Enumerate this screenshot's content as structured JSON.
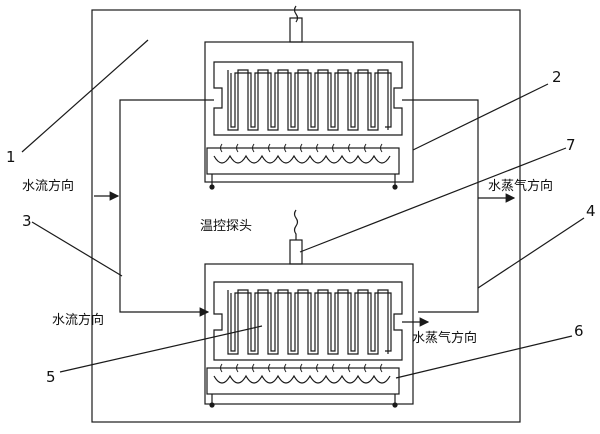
{
  "diagram": {
    "callouts": {
      "n1": "1",
      "n2": "2",
      "n3": "3",
      "n4": "4",
      "n5": "5",
      "n6": "6",
      "n7": "7"
    },
    "labels": {
      "water_flow_left": "水流方向",
      "water_flow_inlet": "水流方向",
      "steam_dir_right": "水蒸气方向",
      "steam_dir_outlet": "水蒸气方向",
      "temp_probe": "温控探头"
    },
    "colors": {
      "stroke": "#1a1a1a",
      "background": "#ffffff"
    }
  }
}
